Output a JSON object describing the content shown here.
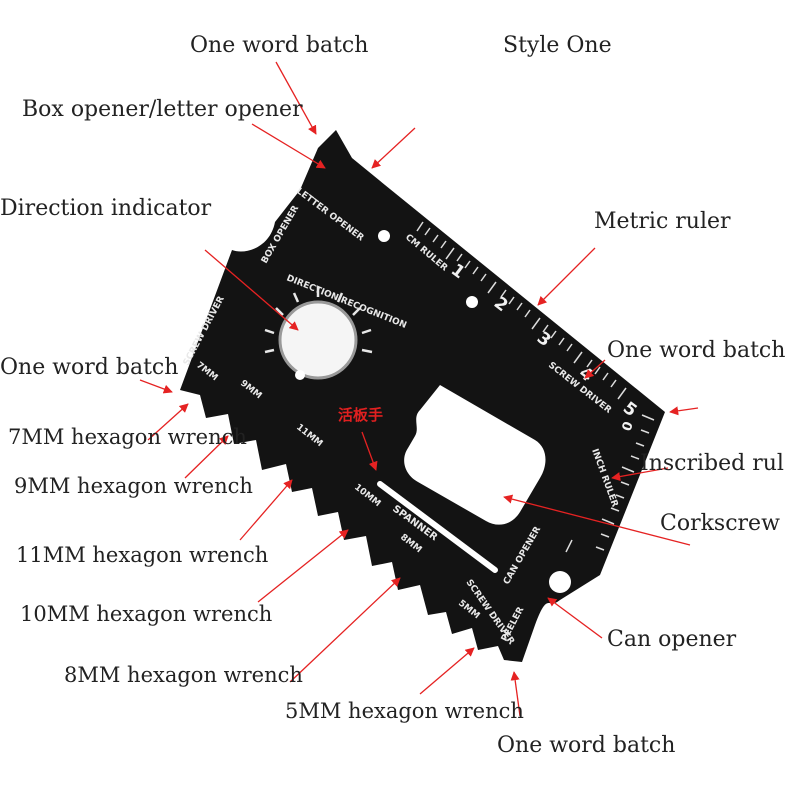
{
  "colors": {
    "card": "#131313",
    "arrow": "#e52222",
    "label": "#222222",
    "card_text": "#e8e8e8"
  },
  "labels": {
    "one_word_batch_top": "One word batch",
    "style_one": "Style One",
    "box_opener": "Box opener/letter opener",
    "direction_indicator": "Direction indicator",
    "metric_ruler": "Metric ruler",
    "one_word_batch_right": "One word batch",
    "one_word_batch_left": "One word batch",
    "wrench_7mm": "7MM hexagon wrench",
    "wrench_9mm": "9MM hexagon wrench",
    "inscribed_ruler": "Inscribed rul",
    "corkscrew": "Corkscrew",
    "wrench_11mm": "11MM hexagon wrench",
    "wrench_10mm": "10MM hexagon wrench",
    "can_opener": "Can opener",
    "wrench_8mm": "8MM hexagon wrench",
    "wrench_5mm": "5MM hexagon wrench",
    "one_word_batch_bottom": "One word batch"
  },
  "card": {
    "letter_opener": "LETTER OPENER",
    "box_opener": "BOX OPENER",
    "direction_recognition": "DIRECTION RECOGNITION",
    "cm_ruler": "CM RULER",
    "screw_driver_left": "SCREW DRIVER",
    "screw_driver_right": "SCREW DRIVER",
    "inch_ruler": "INCH RULER",
    "spanner": "SPANNER",
    "can_opener": "CAN OPENER",
    "screw_driver_bottom": "SCREW DRIVER",
    "peeler": "PEELER",
    "size_7mm": "7MM",
    "size_9mm": "9MM",
    "size_11mm": "11MM",
    "size_10mm": "10MM",
    "size_8mm": "8MM",
    "size_5mm": "5MM",
    "chinese_mark": "活板手",
    "ruler_numbers": [
      "1",
      "2",
      "3",
      "4",
      "5"
    ],
    "inch_zero": "0"
  }
}
